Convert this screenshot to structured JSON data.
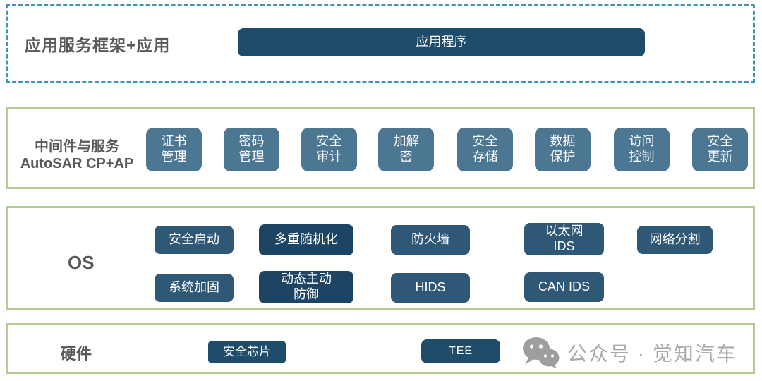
{
  "layers": {
    "app": {
      "label": "应用服务框架+应用",
      "program": "应用程序"
    },
    "middleware": {
      "label_line1": "中间件与服务",
      "label_line2": "AutoSAR CP+AP",
      "boxes": [
        {
          "line1": "证书",
          "line2": "管理"
        },
        {
          "line1": "密码",
          "line2": "管理"
        },
        {
          "line1": "安全",
          "line2": "审计"
        },
        {
          "line1": "加解",
          "line2": "密"
        },
        {
          "line1": "安全",
          "line2": "存储"
        },
        {
          "line1": "数据",
          "line2": "保护"
        },
        {
          "line1": "访问",
          "line2": "控制"
        },
        {
          "line1": "安全",
          "line2": "更新"
        }
      ]
    },
    "os": {
      "label": "OS",
      "row1": [
        {
          "label": "安全启动"
        },
        {
          "label": "多重随机化"
        },
        {
          "label": "防火墙"
        },
        {
          "line1": "以太网",
          "line2": "IDS"
        },
        {
          "label": "网络分割"
        }
      ],
      "row2": [
        {
          "label": "系统加固"
        },
        {
          "line1": "动态主动",
          "line2": "防御"
        },
        {
          "label": "HIDS"
        },
        {
          "label": "CAN IDS"
        }
      ]
    },
    "hardware": {
      "label": "硬件",
      "chip": "安全芯片",
      "tee": "TEE"
    }
  },
  "watermark": {
    "icon": "wechat-icon",
    "text": "公众号 · 觉知汽车"
  },
  "colors": {
    "dark_box": "#1f4c6a",
    "darker_box": "#1d4463",
    "medium_box": "#2e5876",
    "light_box": "#4c7793",
    "green_border": "#b2cc92",
    "dashed_border": "#3f96ae",
    "label_text": "#595959",
    "watermark_text": "#a9a9a9"
  }
}
